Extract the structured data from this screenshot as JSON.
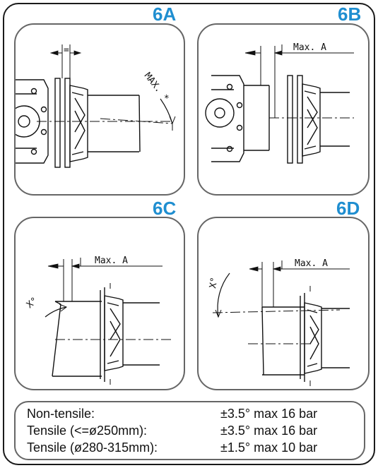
{
  "panels": {
    "a": {
      "label": "6A",
      "dim_label": "=",
      "angle_label": "MAX. *"
    },
    "b": {
      "label": "6B",
      "dim_label": "Max. A"
    },
    "c": {
      "label": "6C",
      "dim_label": "Max. A",
      "angle_label": "X°"
    },
    "d": {
      "label": "6D",
      "dim_label": "Max. A",
      "angle_label": "X°"
    }
  },
  "legend": {
    "rows": [
      {
        "label": "Non-tensile:",
        "value": "±3.5° max 16 bar"
      },
      {
        "label": "Tensile (<=ø250mm):",
        "value": "±3.5° max 16 bar"
      },
      {
        "label": "Tensile (ø280-315mm):",
        "value": "±1.5° max 10 bar"
      }
    ]
  },
  "colors": {
    "label_blue": "#1f8ed0",
    "line": "#111111",
    "panel_border": "#666666"
  }
}
